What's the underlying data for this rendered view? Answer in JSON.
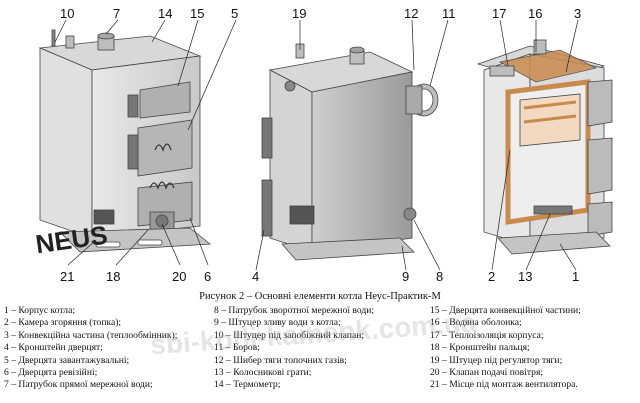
{
  "callouts": {
    "v1": [
      "10",
      "7",
      "14",
      "15",
      "5",
      "21",
      "18",
      "20",
      "6"
    ],
    "v2": [
      "19",
      "12",
      "11",
      "4",
      "9",
      "8"
    ],
    "v3": [
      "17",
      "16",
      "3",
      "2",
      "13",
      "1"
    ]
  },
  "brand": "NEUS",
  "caption": "Рисунок 2 – Основні елементи котла Неус-Практик-М",
  "legend": {
    "col1": [
      "1 – Корпус котла;",
      "2 – Камера згоряння (топка);",
      "3 – Конвекційна частина (теплообмінник);",
      "4 – Кронштейн дверцят;",
      "5 – Дверцята завантажувальні;",
      "6 – Дверцята ревізійні;",
      "7 – Патрубок прямої мережної води;"
    ],
    "col2": [
      "8 – Патрубок зворотної мережної води;",
      "9 – Штуцер зливу води з котла;",
      "10 – Штуцер під запобіжний клапан;",
      "11 – Боров;",
      "12 – Шибер тяги топочних газів;",
      "13 – Колосникові грати;",
      "14 – Термометр;"
    ],
    "col3": [
      "15 – Дверцята конвекційної частини;",
      "16 – Водяна оболонка;",
      "17 – Теплоізоляція корпуса;",
      "18 – Кронштейн пальця;",
      "19 – Штуцер під регулятор тяги;",
      "20 – Клапан подачі повітря;",
      "21 – Місце під монтаж вентилятора."
    ]
  },
  "watermark": "sbi-kotli-kamenk.com.ua"
}
